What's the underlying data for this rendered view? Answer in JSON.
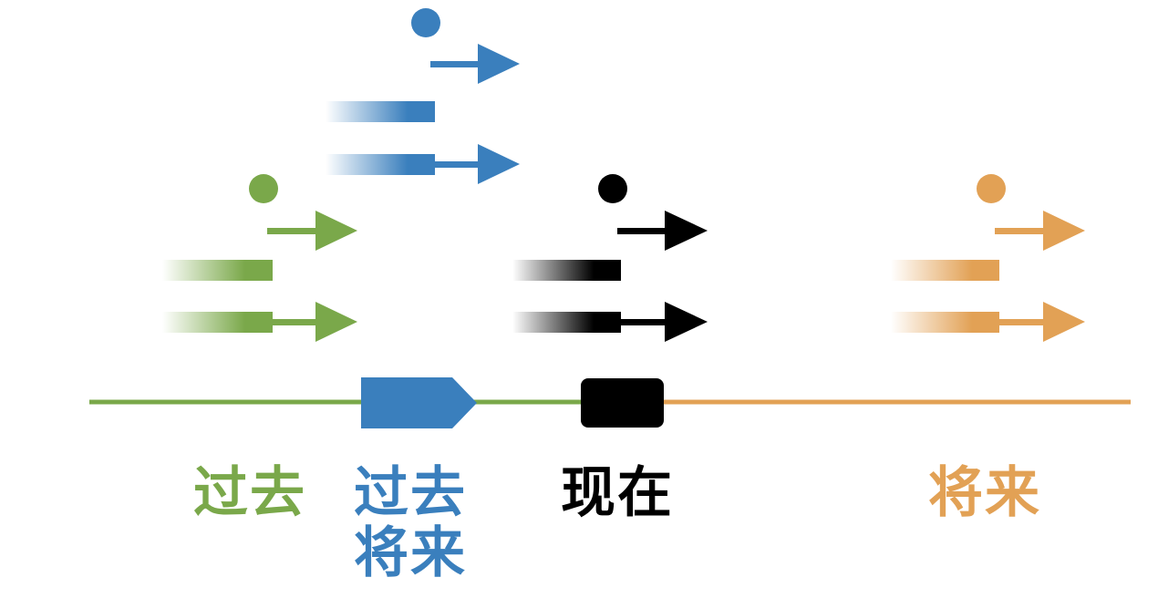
{
  "colors": {
    "past": "#7aa84a",
    "past_future": "#3a7fbd",
    "present": "#000000",
    "future": "#e2a155"
  },
  "labels": {
    "past": "过去",
    "past_future_line1": "过去",
    "past_future_line2": "将来",
    "present": "现在",
    "future": "将来"
  }
}
